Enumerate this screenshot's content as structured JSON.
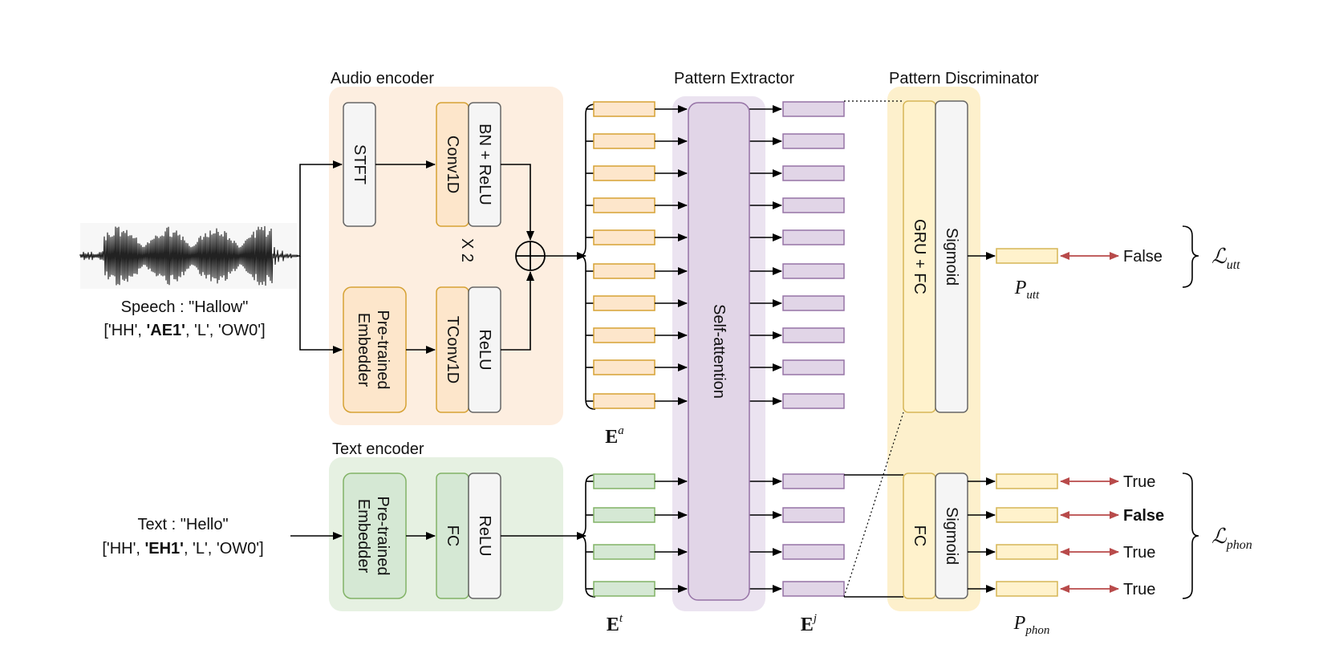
{
  "sections": {
    "audio_encoder": "Audio encoder",
    "text_encoder": "Text encoder",
    "pattern_extractor": "Pattern Extractor",
    "pattern_discriminator": "Pattern Discriminator"
  },
  "blocks": {
    "stft": "STFT",
    "conv1d": "Conv1D",
    "bn_relu": "BN + ReLU",
    "repeat": "X 2",
    "pretrained_embedder": [
      "Pre-trained",
      "Embedder"
    ],
    "tconv1d": "TConv1D",
    "relu": "ReLU",
    "fc": "FC",
    "self_attention": "Self-attention",
    "gru_fc": "GRU + FC",
    "sigmoid": "Sigmoid"
  },
  "inputs": {
    "speech_line1": "Speech : \"Hallow\"",
    "speech_phonemes": [
      "['HH', ",
      "'AE1'",
      ", 'L', 'OW0']"
    ],
    "text_line1": "Text : \"Hello\"",
    "text_phonemes": [
      "['HH', ",
      "'EH1'",
      ", 'L', 'OW0']"
    ]
  },
  "embeddings": {
    "audio": {
      "base": "E",
      "sup": "a"
    },
    "text": {
      "base": "E",
      "sup": "t"
    },
    "joint": {
      "base": "E",
      "sup": "j"
    }
  },
  "probabilities": {
    "utt": {
      "base": "P",
      "sub": "utt"
    },
    "phon": {
      "base": "P",
      "sub": "phon"
    }
  },
  "outputs": {
    "utt_label": "False",
    "phon_labels": [
      {
        "text": "True",
        "bold": false
      },
      {
        "text": "False",
        "bold": true
      },
      {
        "text": "True",
        "bold": false
      },
      {
        "text": "True",
        "bold": false
      }
    ]
  },
  "losses": {
    "utt": {
      "base": "ℒ",
      "sub": "utt"
    },
    "phon": {
      "base": "ℒ",
      "sub": "phon"
    }
  },
  "colors": {
    "audio_bg": "#fdeee0",
    "text_bg": "#e6f1e2",
    "extractor_bg": "#ebe3f0",
    "discriminator_bg": "#fdf0cc",
    "orange_fill": "#fde6cb",
    "orange_stroke": "#d6a234",
    "green_fill": "#d5e8d4",
    "green_stroke": "#82b366",
    "purple_fill": "#e1d5e7",
    "purple_stroke": "#9673a6",
    "yellow_fill": "#fff2cc",
    "yellow_stroke": "#d6b656",
    "gray_fill": "#f5f5f5",
    "gray_stroke": "#666666",
    "arrow_red": "#b84a4a"
  }
}
